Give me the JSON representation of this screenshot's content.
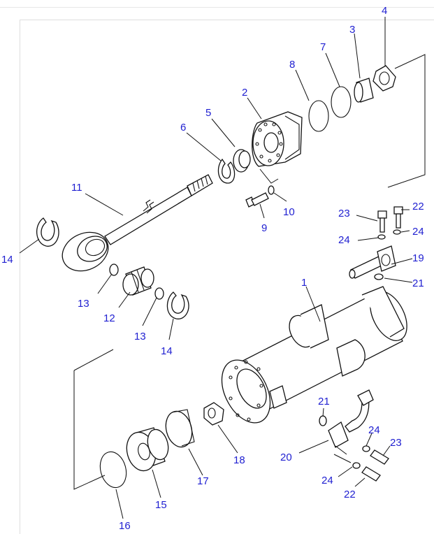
{
  "callouts": [
    "1",
    "2",
    "3",
    "4",
    "5",
    "6",
    "7",
    "8",
    "9",
    "10",
    "11",
    "12",
    "13",
    "13",
    "14",
    "14",
    "15",
    "16",
    "17",
    "18",
    "19",
    "20",
    "21",
    "21",
    "22",
    "22",
    "23",
    "23",
    "24",
    "24",
    "24",
    "24"
  ],
  "colors": {
    "callout": "#1f1fd1",
    "line": "#111111",
    "background": "#ffffff"
  }
}
